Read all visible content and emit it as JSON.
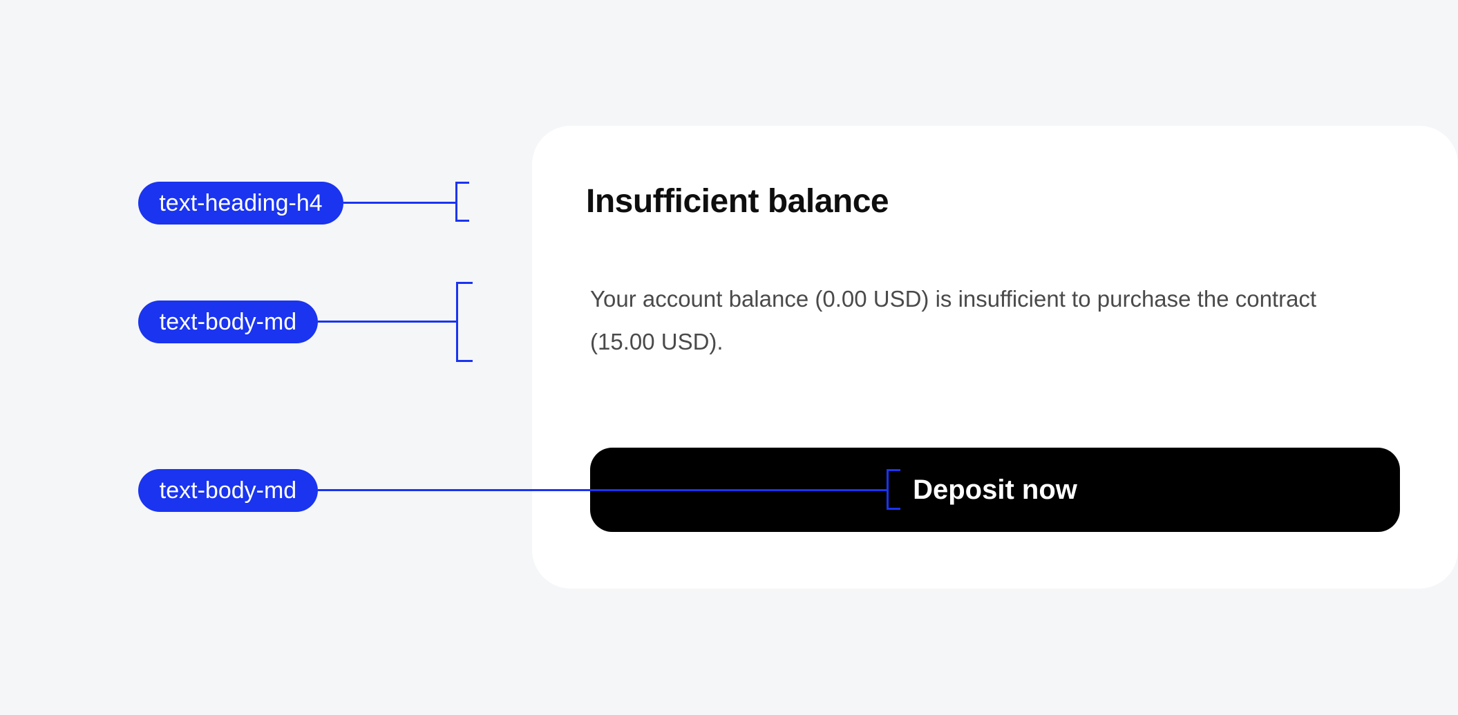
{
  "colors": {
    "background": "#f5f6f8",
    "card": "#ffffff",
    "annotation_blue": "#1a34f0",
    "heading_text": "#0e0e0e",
    "body_text": "#4a4a4a",
    "button_bg": "#000000",
    "button_text": "#ffffff"
  },
  "annotations": [
    {
      "label": "text-heading-h4",
      "target": "dialog-title"
    },
    {
      "label": "text-body-md",
      "target": "dialog-description"
    },
    {
      "label": "text-body-md",
      "target": "deposit-button-label"
    }
  ],
  "dialog": {
    "title": "Insufficient balance",
    "description": "Your account balance (0.00 USD) is insufficient to purchase the contract (15.00 USD).",
    "button_label": "Deposit now"
  }
}
